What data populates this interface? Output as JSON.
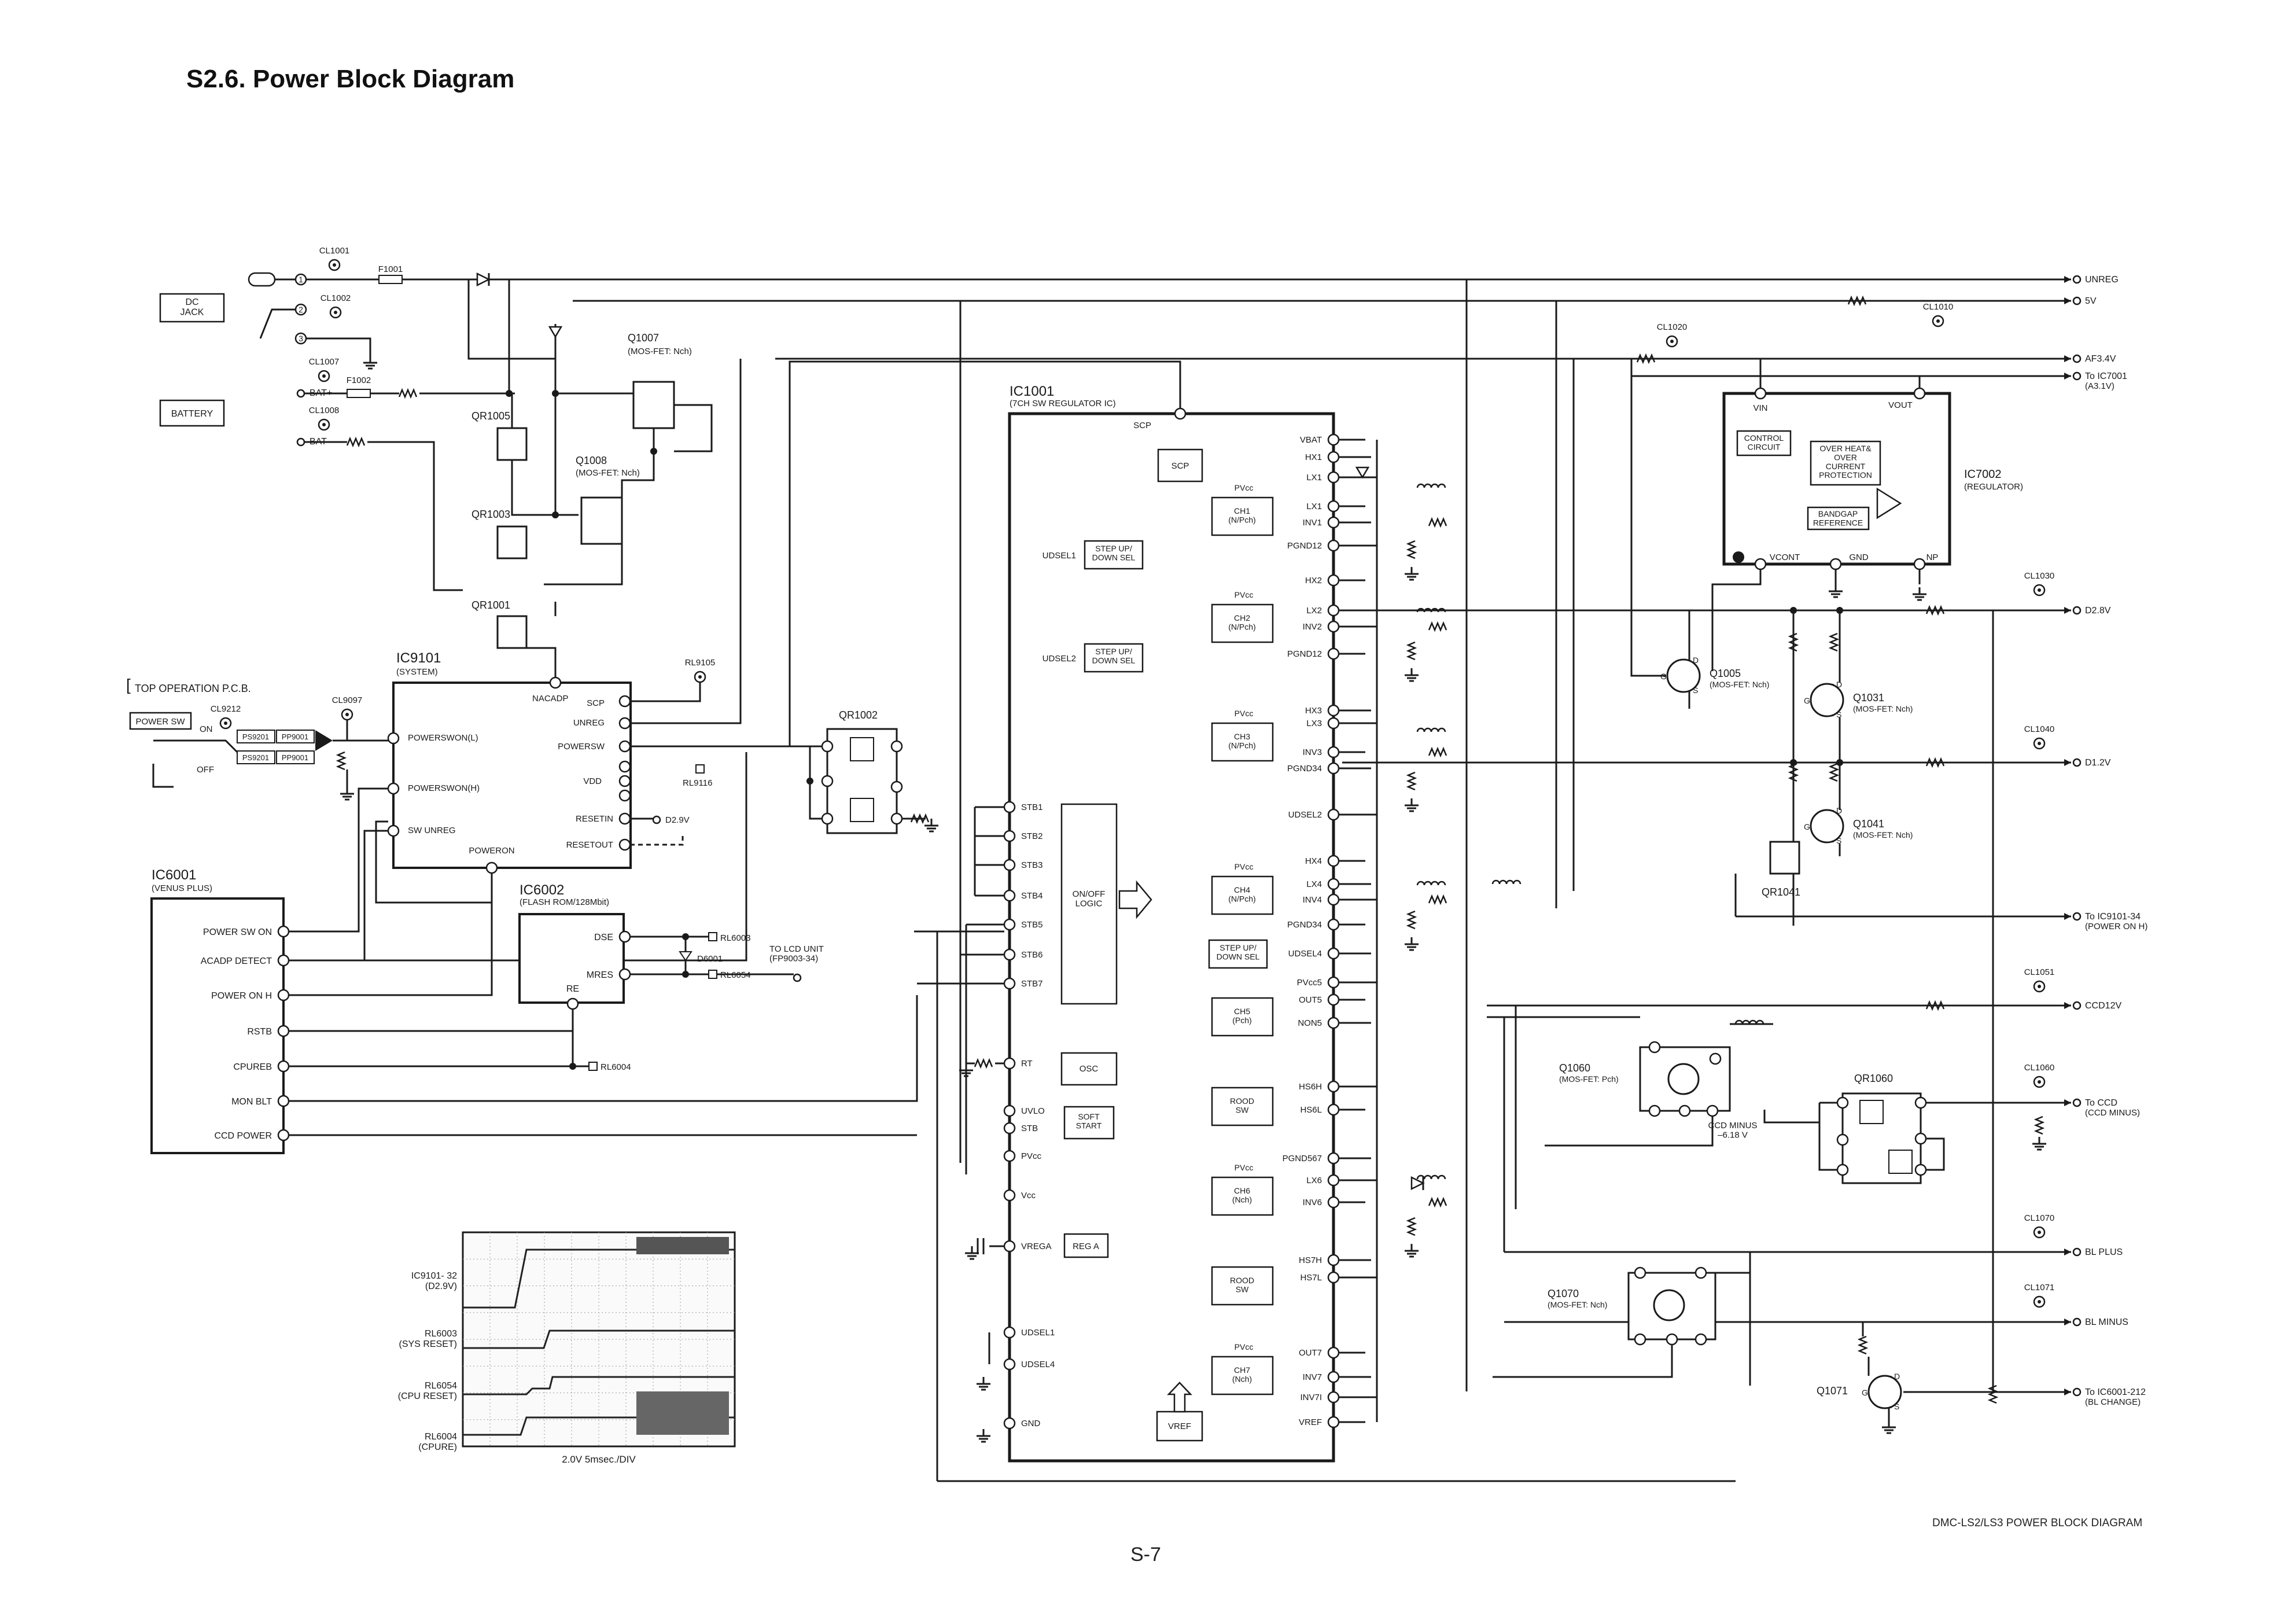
{
  "title": "S2.6. Power Block Diagram",
  "diagram_title": "DMC-LS2/LS3 POWER BLOCK DIAGRAM",
  "page_number": "S-7",
  "left_section": {
    "dc_jack": "DC\nJACK",
    "battery": "BATTERY",
    "bat_plus": "BAT+",
    "bat_minus": "BAT-",
    "cl1001": "CL1001",
    "cl1002": "CL1002",
    "cl1007": "CL1007",
    "cl1008": "CL1008",
    "f1001": "F1001",
    "f1002": "F1002",
    "q1007": "Q1007",
    "q1007_type": "(MOS-FET: Nch)",
    "q1008": "Q1008",
    "q1008_type": "(MOS-FET: Nch)",
    "qr1005": "QR1005",
    "qr1003": "QR1003",
    "qr1001": "QR1001",
    "top_operation": "TOP OPERATION P.C.B.",
    "power_sw": "POWER SW",
    "on": "ON",
    "off": "OFF",
    "cl9212": "CL9212",
    "cl9097": "CL9097",
    "ps9201": "PS9201",
    "pp9001": "PP9001",
    "ps9201b": "PS9201",
    "pp9001b": "PP9001"
  },
  "ic9101": {
    "name": "IC9101",
    "role": "(SYSTEM)",
    "pins": [
      "NACADP",
      "SCP",
      "UNREG",
      "POWERSW",
      "VDD",
      "RESETIN",
      "RESETOUT",
      "POWERON",
      "POWERSWON(L)",
      "POWERSWON(H)",
      "SW UNREG"
    ],
    "d29v": "D2.9V",
    "rl9105": "RL9105",
    "rl9116": "RL9116"
  },
  "qr1002": "QR1002",
  "ic6001": {
    "name": "IC6001",
    "role": "(VENUS PLUS)",
    "pins": [
      "POWER SW ON",
      "ACADP DETECT",
      "POWER ON H",
      "RSTB",
      "CPUREB",
      "MON BLT",
      "CCD POWER"
    ]
  },
  "ic6002": {
    "name": "IC6002",
    "role": "(FLASH ROM/128Mbit)",
    "pins": [
      "DSE",
      "MRES",
      "RE"
    ],
    "rl6003": "RL6003",
    "rl6054": "RL6054",
    "rl6004": "RL6004",
    "d6001": "D6001",
    "to_lcd": "TO LCD UNIT\n(FP9003-34)"
  },
  "ic1001": {
    "name": "IC1001",
    "role": "(7CH SW REGULATOR IC)",
    "blocks": [
      "SCP",
      "CH1\n(N/Pch)",
      "CH2\n(N/Pch)",
      "CH3\n(N/Pch)",
      "CH4\n(N/Pch)",
      "CH5\n(Pch)",
      "ROOD\nSW",
      "CH6\n(Nch)",
      "ROOD\nSW",
      "CH7\n(Nch)",
      "STEP UP/\nDOWN SEL",
      "STEP UP/\nDOWN SEL",
      "STEP UP/\nDOWN SEL",
      "ON/OFF\nLOGIC",
      "OSC",
      "SOFT\nSTART",
      "REG A",
      "VREF"
    ],
    "left_pins": [
      "STB1",
      "STB2",
      "STB3",
      "STB4",
      "STB5",
      "STB6",
      "STB7",
      "RT",
      "UVLO",
      "STB",
      "PVcc",
      "Vcc",
      "VREGA",
      "UDSEL1",
      "UDSEL4",
      "GND"
    ],
    "right_pins": [
      "VBAT",
      "HX1",
      "LX1",
      "LX1",
      "INV1",
      "PGND12",
      "HX2",
      "LX2",
      "INV2",
      "PGND12",
      "HX3",
      "LX3",
      "INV3",
      "PGND34",
      "UDSEL2",
      "HX4",
      "LX4",
      "INV4",
      "PGND34",
      "UDSEL4",
      "PVcc5",
      "OUT5",
      "NON5",
      "HS6H",
      "HS6L",
      "PGND567",
      "LX6",
      "INV6",
      "HS7H",
      "HS7L",
      "OUT7",
      "INV7",
      "INV7I",
      "VREF"
    ],
    "udsel1": "UDSEL1",
    "udsel2": "UDSEL2",
    "pvcc": "PVcc"
  },
  "ic7002": {
    "name": "IC7002",
    "role": "(REGULATOR)",
    "blocks": [
      "CONTROL\nCIRCUIT",
      "OVER HEAT&\nOVER\nCURRENT\nPROTECTION",
      "BANDGAP\nREFERENCE"
    ],
    "pins": [
      "VIN",
      "VOUT",
      "VCONT",
      "GND",
      "NP"
    ]
  },
  "outputs": [
    {
      "label": "UNREG",
      "note": ""
    },
    {
      "label": "5V",
      "note": ""
    },
    {
      "label": "AF3.4V",
      "note": ""
    },
    {
      "label": "To IC7001",
      "note": "(A3.1V)"
    },
    {
      "label": "D2.8V",
      "note": ""
    },
    {
      "label": "D1.2V",
      "note": ""
    },
    {
      "label": "To IC9101-34",
      "note": "(POWER ON H)"
    },
    {
      "label": "CCD12V",
      "note": ""
    },
    {
      "label": "To CCD",
      "note": "(CCD MINUS)"
    },
    {
      "label": "BL PLUS",
      "note": ""
    },
    {
      "label": "BL MINUS",
      "note": ""
    },
    {
      "label": "To IC6001-212",
      "note": "(BL CHANGE)"
    }
  ],
  "right_section": {
    "cl1010": "CL1010",
    "cl1020": "CL1020",
    "cl1030": "CL1030",
    "cl1040": "CL1040",
    "cl1051": "CL1051",
    "cl1060": "CL1060",
    "cl1070": "CL1070",
    "cl1071": "CL1071",
    "q1005": "Q1005",
    "q1005_type": "(MOS-FET: Nch)",
    "q1031": "Q1031",
    "q1031_type": "(MOS-FET: Nch)",
    "q1041": "Q1041",
    "q1041_type": "(MOS-FET: Nch)",
    "qr1041": "QR1041",
    "q1060": "Q1060",
    "q1060_type": "(MOS-FET: Pch)",
    "qr1060": "QR1060",
    "ccd_minus": "CCD MINUS\n–6.18 V",
    "q1070": "Q1070",
    "q1070_type": "(MOS-FET: Nch)",
    "q1071": "Q1071"
  },
  "scope": {
    "traces": [
      {
        "label": "IC9101-",
        "pin": "32",
        "sub": "(D2.9V)"
      },
      {
        "label": "RL6003",
        "sub": "(SYS RESET)"
      },
      {
        "label": "RL6054",
        "sub": "(CPU RESET)"
      },
      {
        "label": "RL6004",
        "sub": "(CPURE)"
      }
    ],
    "scale": "2.0V 5msec./DIV"
  }
}
